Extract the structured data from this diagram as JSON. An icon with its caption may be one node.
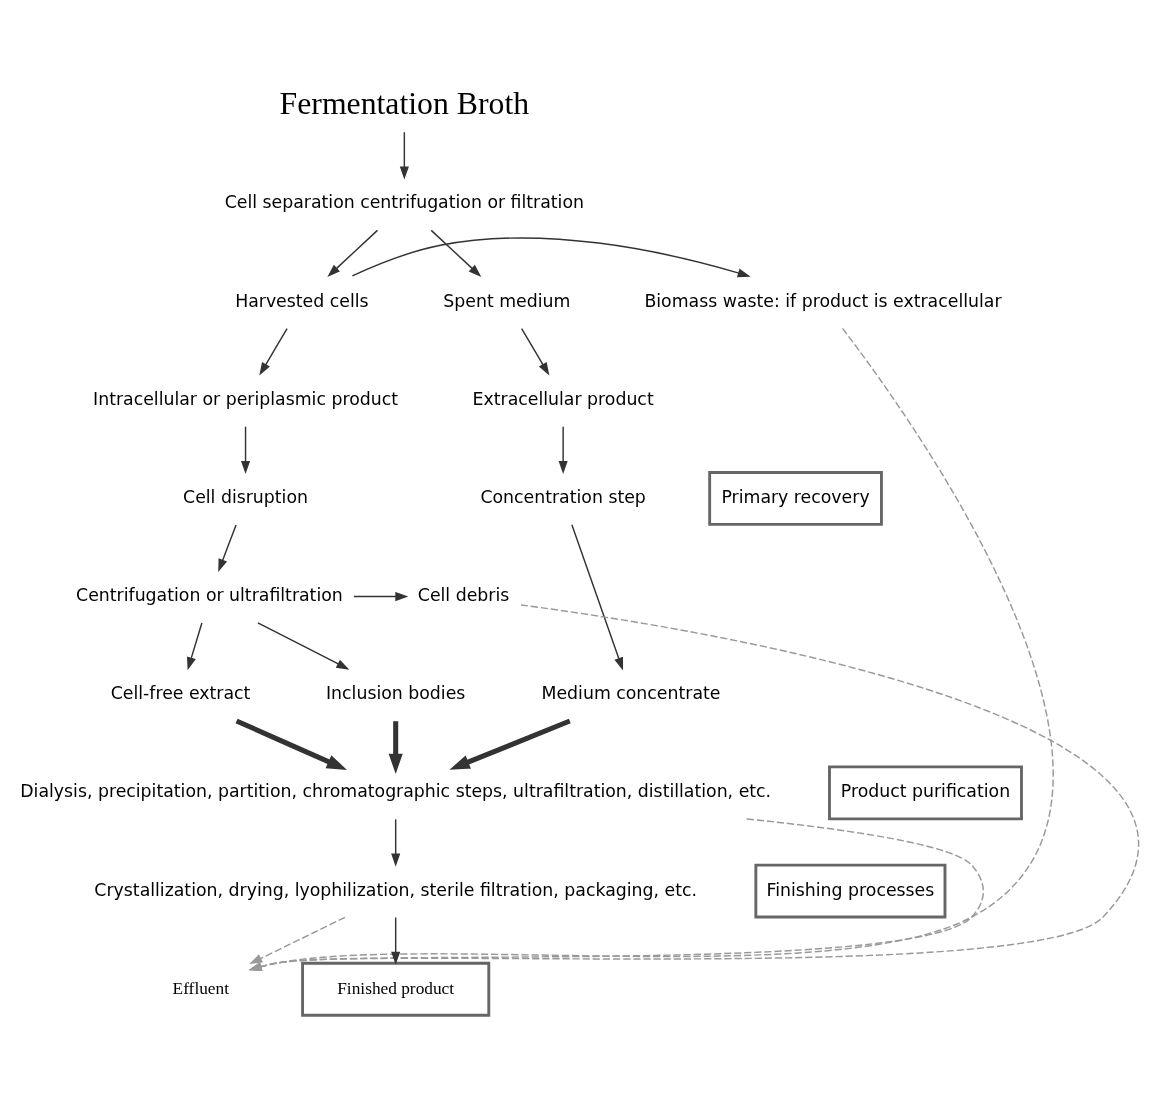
{
  "diagram": {
    "nodes": [
      {
        "text": [
          "Fermentation Broth"
        ]
      },
      {
        "text": [
          "Cell separation centrifugation or filtration"
        ]
      },
      {
        "text": [
          "Biomass waste: if product is extracellular"
        ]
      },
      {
        "text": [
          "Harvested cells"
        ]
      },
      {
        "text": [
          "Spent medium"
        ]
      },
      {
        "text": [
          "Intracellular or periplasmic product"
        ]
      },
      {
        "text": [
          "Extracellular product"
        ]
      },
      {
        "text": [
          "Cell disruption"
        ]
      },
      {
        "text": [
          "Concentration step"
        ]
      },
      {
        "text": [
          "Centrifugation or ultrafiltration"
        ]
      },
      {
        "text": [
          "Cell debris"
        ]
      },
      {
        "text": [
          "Cell-free extract"
        ]
      },
      {
        "text": [
          "Inclusion bodies"
        ]
      },
      {
        "text": [
          "Medium concentrate"
        ]
      },
      {
        "text": [
          "Dialysis, precipitation, partition, chromatographic steps, ultrafiltration, distillation, etc."
        ]
      },
      {
        "text": [
          "Crystallization, drying, lyophilization, sterile filtration, packaging, etc."
        ]
      },
      {
        "text": [
          "Finished product"
        ]
      },
      {
        "text": [
          "Effluent"
        ]
      },
      {
        "text": [
          "Primary recovery"
        ]
      },
      {
        "text": [
          "Product purification"
        ]
      },
      {
        "text": [
          "Finishing processes"
        ]
      }
    ],
    "edges": [
      {
        "from": 0,
        "to": 1,
        "arrow": "to"
      },
      {
        "from": 1,
        "to": 3,
        "arrow": "to"
      },
      {
        "from": 1,
        "to": 4,
        "arrow": "to"
      },
      {
        "from": 3,
        "to": 2,
        "arrow": "to"
      },
      {
        "from": 3,
        "to": 5,
        "arrow": "to"
      },
      {
        "from": 4,
        "to": 6,
        "arrow": "to"
      },
      {
        "from": 5,
        "to": 7,
        "arrow": "to"
      },
      {
        "from": 6,
        "to": 8,
        "arrow": "to"
      },
      {
        "from": 7,
        "to": 9,
        "arrow": "to"
      },
      {
        "from": 9,
        "to": 10,
        "arrow": "to"
      },
      {
        "from": 9,
        "to": 11,
        "arrow": "to"
      },
      {
        "from": 9,
        "to": 12,
        "arrow": "to"
      },
      {
        "from": 8,
        "to": 13,
        "arrow": "to"
      },
      {
        "from": 11,
        "to": 14,
        "arrow": "to",
        "style": "thick"
      },
      {
        "from": 12,
        "to": 14,
        "arrow": "to",
        "style": "thick"
      },
      {
        "from": 13,
        "to": 14,
        "arrow": "to",
        "style": "thick"
      },
      {
        "from": 14,
        "to": 15,
        "arrow": "to"
      },
      {
        "from": 15,
        "to": 16,
        "arrow": "to"
      },
      {
        "from": 2,
        "to": 17,
        "arrow": "to",
        "style": "dashed",
        "color": "#999999"
      },
      {
        "from": 10,
        "to": 17,
        "arrow": "to",
        "style": "dashed",
        "color": "#999999"
      },
      {
        "from": 14,
        "to": 17,
        "arrow": "to",
        "style": "dashed",
        "color": "#999999"
      },
      {
        "from": 15,
        "to": 17,
        "arrow": "to",
        "style": "dashed",
        "color": "#999999"
      }
    ]
  }
}
